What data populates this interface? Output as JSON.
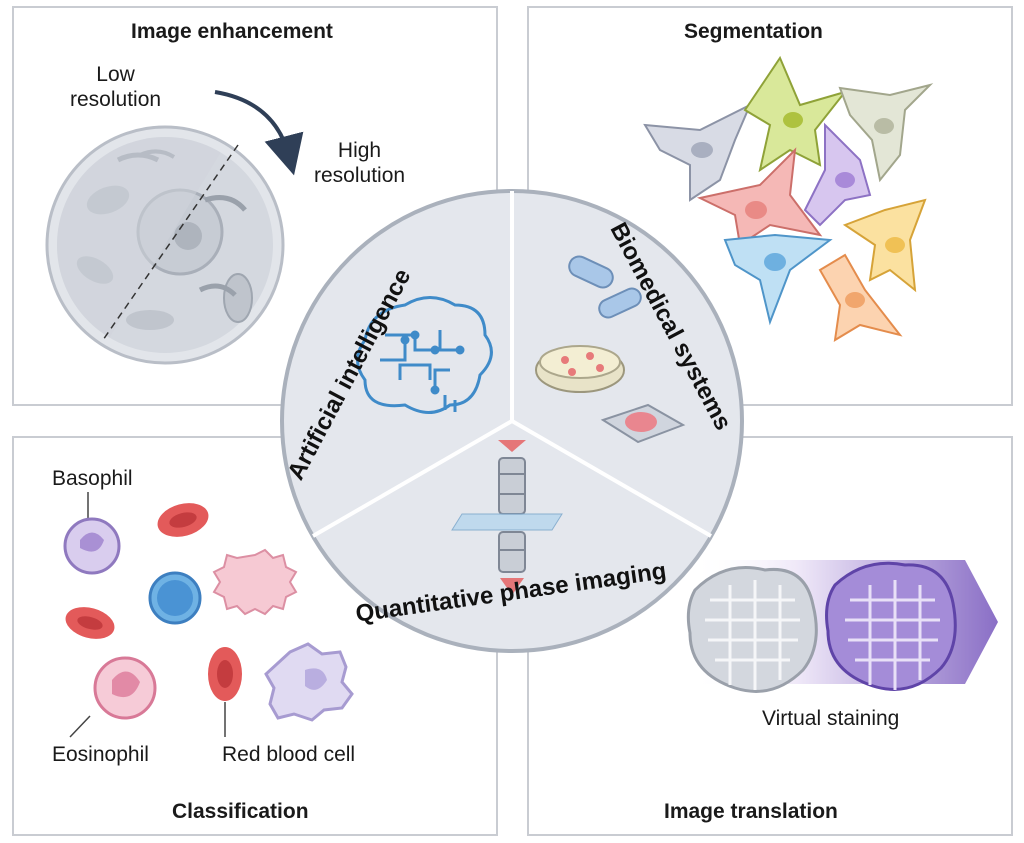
{
  "panels": {
    "top_left": {
      "title": "Image enhancement",
      "low_label": "Low\nresolution",
      "high_label": "High\nresolution"
    },
    "top_right": {
      "title": "Segmentation"
    },
    "bottom_left": {
      "title": "Classification",
      "labels": {
        "basophil": "Basophil",
        "eosinophil": "Eosinophil",
        "rbc": "Red blood cell"
      }
    },
    "bottom_right": {
      "title": "Image translation",
      "caption": "Virtual staining"
    }
  },
  "wheel": {
    "ai": "Artificial intelligence",
    "bio": "Biomedical systems",
    "qpi": "Quantitative phase imaging"
  },
  "colors": {
    "border": "#c9ccd2",
    "wheel_fill": "#e4e7ed",
    "cell_gray": "#d9dde4",
    "arrow": "#2f3f57",
    "staining_purple": "#8a6fc6"
  }
}
